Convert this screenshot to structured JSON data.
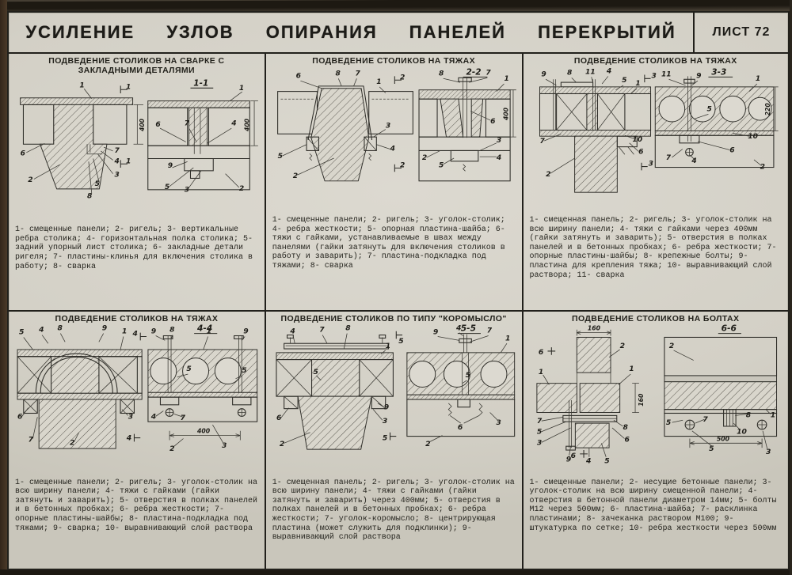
{
  "sheet": {
    "title": "УСИЛЕНИЕ УЗЛОВ ОПИРАНИЯ ПАНЕЛЕЙ ПЕРЕКРЫТИЙ",
    "sheet_label": "ЛИСТ 72"
  },
  "colors": {
    "paper": "#d6d3c9",
    "ink": "#21201b"
  },
  "panels": [
    {
      "header": "ПОДВЕДЕНИЕ СТОЛИКОВ НА СВАРКЕ С ЗАКЛАДНЫМИ ДЕТАЛЯМИ",
      "section": "1-1",
      "marker": "1",
      "dims": [
        "400",
        "400"
      ],
      "callouts_left": [
        "1",
        "6",
        "2",
        "7",
        "4",
        "3",
        "5",
        "8"
      ],
      "callouts_right": [
        "1",
        "6",
        "7",
        "4",
        "9",
        "5",
        "3",
        "2"
      ],
      "legend": "1- смещенные панели; 2- ригель; 3- вертикальные ребра столика; 4- горизонтальная полка столика; 5- задний упорный лист столика; 6- закладные детали ригеля; 7- пластины-клинья для включения столика в работу; 8- сварка"
    },
    {
      "header": "ПОДВЕДЕНИЕ СТОЛИКОВ НА ТЯЖАХ",
      "section": "2-2",
      "marker": "2",
      "dims": [
        "400"
      ],
      "callouts_left": [
        "6",
        "8",
        "7",
        "1",
        "3",
        "4",
        "5",
        "2"
      ],
      "callouts_right": [
        "8",
        "7",
        "1",
        "6",
        "3",
        "4",
        "5",
        "2"
      ],
      "legend": "1- смещенные панели; 2- ригель; 3- уголок-столик; 4- ребра жесткости; 5- опорная пластина-шайба; 6- тяжи с гайками, устанавливаемые в швах между панелями (гайки затянуть для включения столиков в работу и заварить); 7- пластина-подкладка под тяжами; 8- сварка"
    },
    {
      "header": "ПОДВЕДЕНИЕ СТОЛИКОВ НА ТЯЖАХ",
      "section": "3-3",
      "marker": "3",
      "dims": [
        "220"
      ],
      "callouts_left": [
        "9",
        "8",
        "11",
        "4",
        "5",
        "1",
        "7",
        "2",
        "10",
        "6"
      ],
      "callouts_right": [
        "11",
        "9",
        "1",
        "5",
        "10",
        "6",
        "4",
        "7",
        "2"
      ],
      "legend": "1- смещенная панель; 2- ригель; 3- уголок-столик на всю ширину панели; 4- тяжи с гайками через 400мм (гайки затянуть и заварить); 5- отверстия в полках панелей и в бетонных пробках; 6- ребра жесткости; 7- опорные пластины-шайбы; 8- крепежные болты; 9- пластина для крепления тяжа; 10- выравнивающий слой раствора; 11- сварка"
    },
    {
      "header": "ПОДВЕДЕНИЕ СТОЛИКОВ НА ТЯЖАХ",
      "section": "4-4",
      "marker": "4",
      "dims": [
        "400"
      ],
      "callouts_left": [
        "5",
        "4",
        "8",
        "9",
        "1",
        "6",
        "7",
        "2",
        "3"
      ],
      "callouts_right": [
        "9",
        "8",
        "1",
        "9",
        "5",
        "5",
        "4",
        "7",
        "3",
        "2"
      ],
      "legend": "1- смещенные панели; 2- ригель; 3- уголок-столик на всю ширину панели; 4- тяжи с гайками (гайки затянуть и заварить); 5- отверстия в полках панелей и в бетонных пробках; 6- ребра жесткости; 7- опорные пластины-шайбы; 8- пластина-подкладка под тяжами; 9- сварка; 10- выравнивающий слой раствора"
    },
    {
      "header": "ПОДВЕДЕНИЕ СТОЛИКОВ ПО ТИПУ \"КОРОМЫСЛО\"",
      "section": "5-5",
      "marker": "5",
      "dims": [],
      "callouts_left": [
        "4",
        "7",
        "8",
        "1",
        "5",
        "6",
        "2",
        "9",
        "3"
      ],
      "callouts_right": [
        "9",
        "4",
        "7",
        "1",
        "5",
        "6",
        "3",
        "2"
      ],
      "legend": "1- смещенная панель; 2- ригель; 3- уголок-столик на всю ширину панели; 4- тяжи с гайками (гайки затянуть и заварить) через 400мм; 5- отверстия в полках панелей и в бетонных пробках; 6- ребра жесткости; 7- уголок-коромысло; 8- центрирующая пластина (может служить для подклинки); 9- выравнивающий слой раствора"
    },
    {
      "header": "ПОДВЕДЕНИЕ СТОЛИКОВ НА БОЛТАХ",
      "section": "6-6",
      "marker": "6",
      "dims": [
        "160",
        "160",
        "500"
      ],
      "callouts_left": [
        "2",
        "1",
        "7",
        "5",
        "3",
        "9",
        "4",
        "5",
        "8",
        "6",
        "1"
      ],
      "callouts_right": [
        "2",
        "5",
        "7",
        "8",
        "1",
        "10",
        "5",
        "3"
      ],
      "legend": "1- смещенные панели; 2- несущие бетонные панели; 3- уголок-столик на всю ширину смещенной панели; 4- отверстия в бетонной панели диаметром 14мм; 5- болты М12 через 500мм; 6- пластина-шайба; 7- расклинка пластинами; 8- зачеканка раствором М100; 9- штукатурка по сетке; 10- ребра жесткости через 500мм"
    }
  ]
}
